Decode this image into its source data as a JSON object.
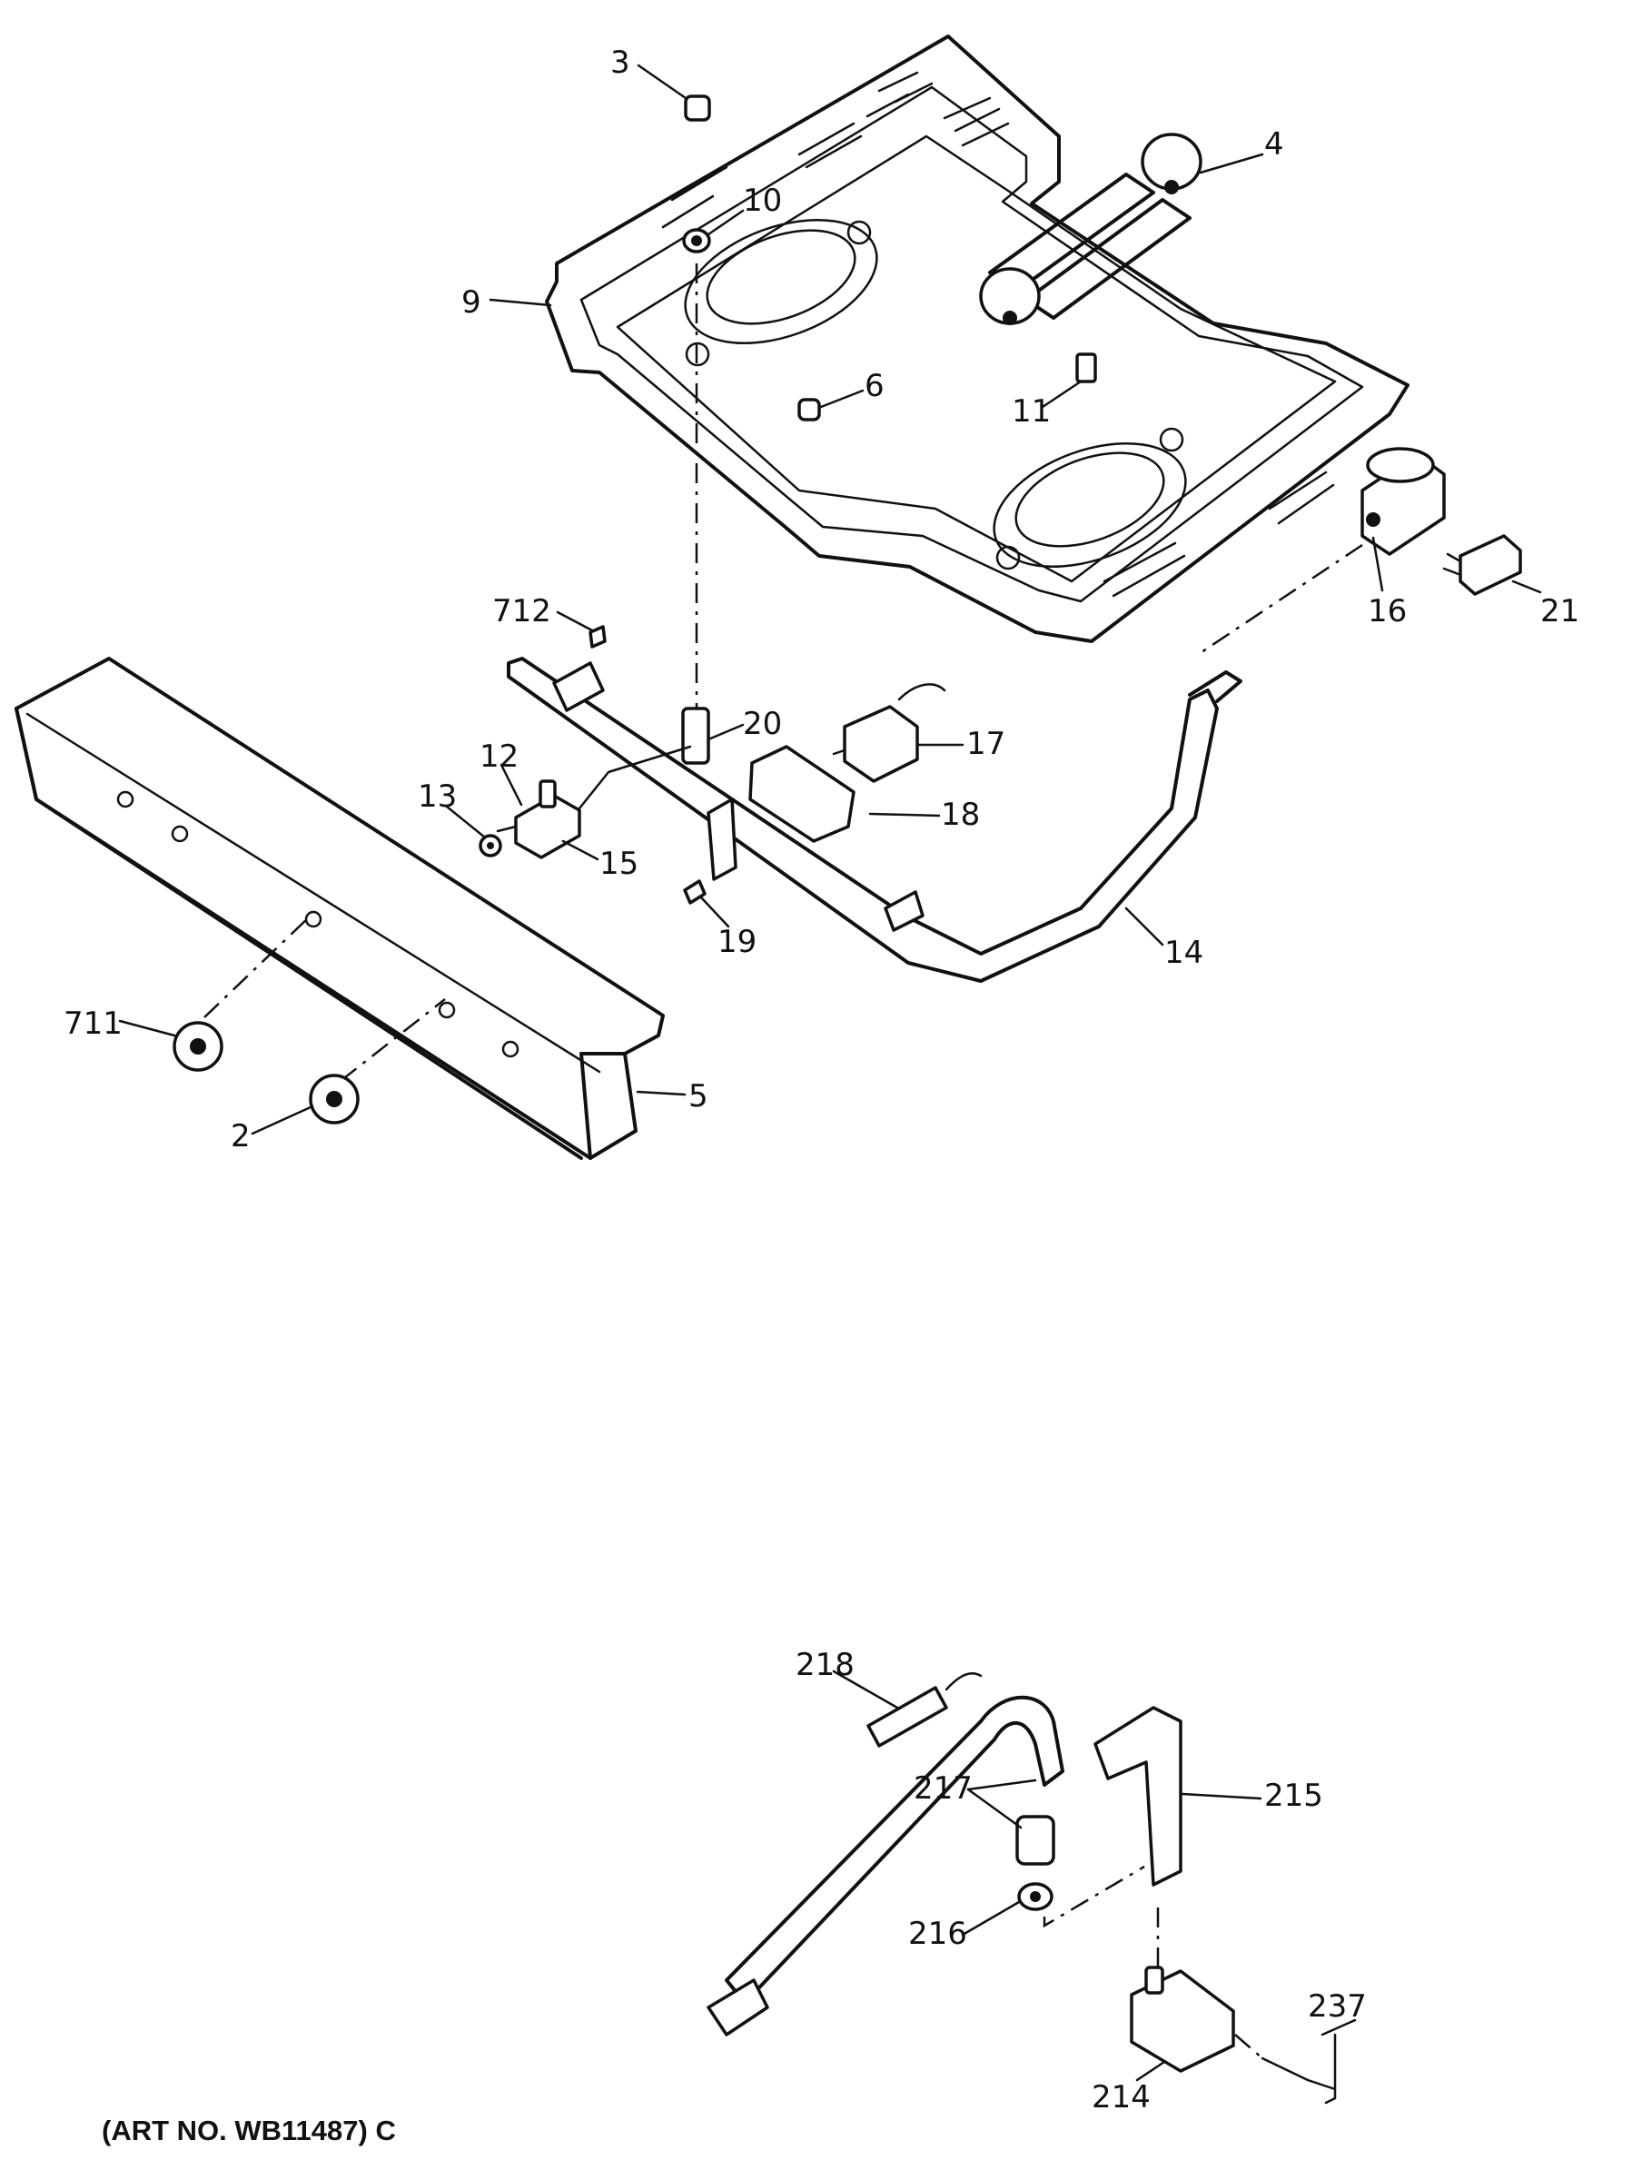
{
  "callouts": {
    "c3": "3",
    "c10": "10",
    "c4": "4",
    "c9": "9",
    "c6": "6",
    "c11": "11",
    "c712": "712",
    "c20": "20",
    "c17": "17",
    "c12": "12",
    "c13": "13",
    "c15": "15",
    "c18": "18",
    "c19": "19",
    "c16": "16",
    "c21": "21",
    "c14": "14",
    "c711": "711",
    "c5": "5",
    "c2": "2",
    "c218": "218",
    "c215": "215",
    "c217": "217",
    "c216": "216",
    "c237": "237",
    "c214": "214"
  },
  "art_number": "(ART NO. WB11487) C"
}
